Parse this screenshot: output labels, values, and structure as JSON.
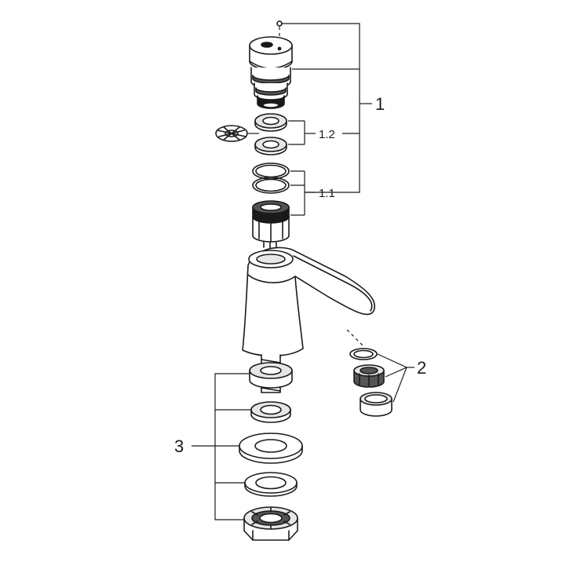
{
  "callouts": {
    "c1": "1",
    "c1_2": "1.2",
    "c1_1": "1.1",
    "c2": "2",
    "c3": "3"
  }
}
